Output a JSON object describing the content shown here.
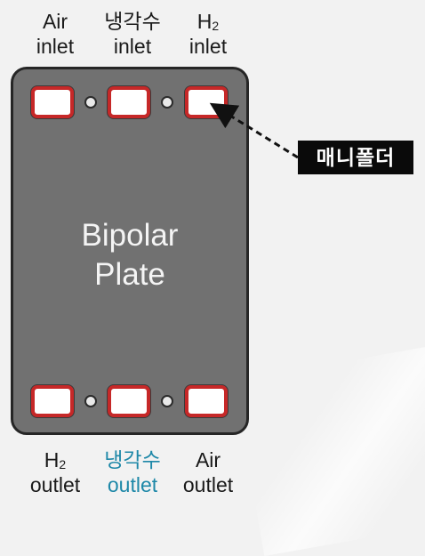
{
  "inlets": [
    {
      "line1": "Air",
      "line2": "inlet"
    },
    {
      "line1": "냉각수",
      "line2": "inlet"
    },
    {
      "line1": "H",
      "sub": "2",
      "line2": "inlet"
    }
  ],
  "outlets": [
    {
      "line1": "H",
      "sub": "2",
      "line2": "outlet"
    },
    {
      "line1": "냉각수",
      "line2": "outlet"
    },
    {
      "line1": "Air",
      "line2": "outlet"
    }
  ],
  "plate": {
    "line1": "Bipolar",
    "line2": "Plate"
  },
  "callout": {
    "label": "매니폴더"
  },
  "colors": {
    "plate": "#717171",
    "port_border": "#c62828",
    "coolant_outlet_text": "#1e88a8",
    "callout_bg": "#0a0a0a"
  }
}
